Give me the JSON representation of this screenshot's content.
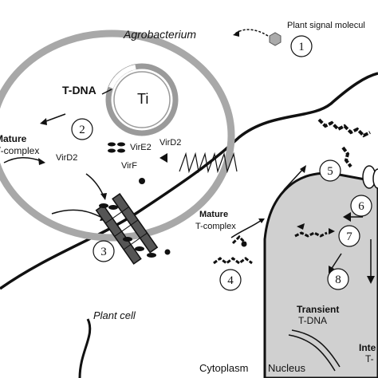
{
  "labels": {
    "agrobacterium": "Agrobacterium",
    "plant_signal": "Plant signal molecul",
    "tdna": "T-DNA",
    "ti": "Ti",
    "mature_left_1": "Mature",
    "mature_left_2": "T-complex",
    "virD2_left": "VirD2",
    "virE2": "VirE2",
    "virD2_right": "VirD2",
    "virF": "VirF",
    "mature_mid_1": "Mature",
    "mature_mid_2": "T-complex",
    "plant_cell": "Plant cell",
    "transient_1": "Transient",
    "transient_2": "T-DNA",
    "cytoplasm": "Cytoplasm",
    "nucleus": "Nucleus",
    "integrated_1": "Inte",
    "integrated_2": "T-"
  },
  "steps": [
    "1",
    "2",
    "3",
    "4",
    "5",
    "6",
    "7",
    "8"
  ],
  "colors": {
    "bacterium_wall": "#a8a8a8",
    "nucleus_fill": "#d0d0d0",
    "dark": "#111111",
    "gray_part": "#9a9a9a"
  }
}
